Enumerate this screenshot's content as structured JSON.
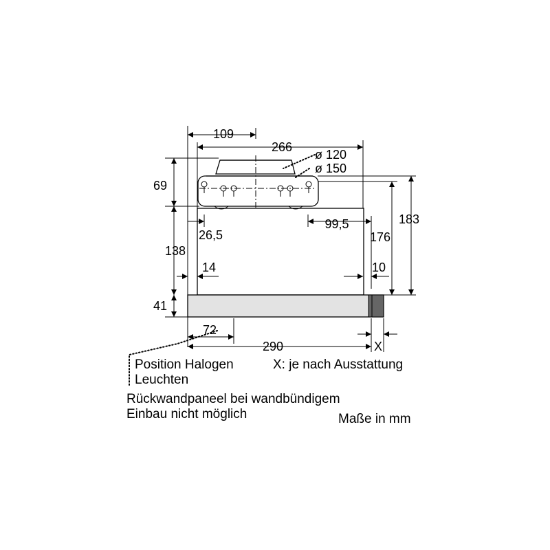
{
  "dimensions": {
    "d109": "109",
    "d266": "266",
    "d120": "ø 120",
    "d150": "ø 150",
    "d69": "69",
    "d183": "183",
    "d99_5": "99,5",
    "d26_5": "26,5",
    "d138": "138",
    "d176": "176",
    "d14": "14",
    "d10": "10",
    "d41": "41",
    "d72": "72",
    "d290": "290",
    "dX": "X"
  },
  "notes": {
    "halogen_line1": "Position Halogen",
    "halogen_line2": "Leuchten",
    "x_note": "X: je nach Ausstattung",
    "panel_line1": "Rückwandpaneel bei wandbündigem",
    "panel_line2": "Einbau nicht möglich",
    "units": "Maße in mm"
  }
}
